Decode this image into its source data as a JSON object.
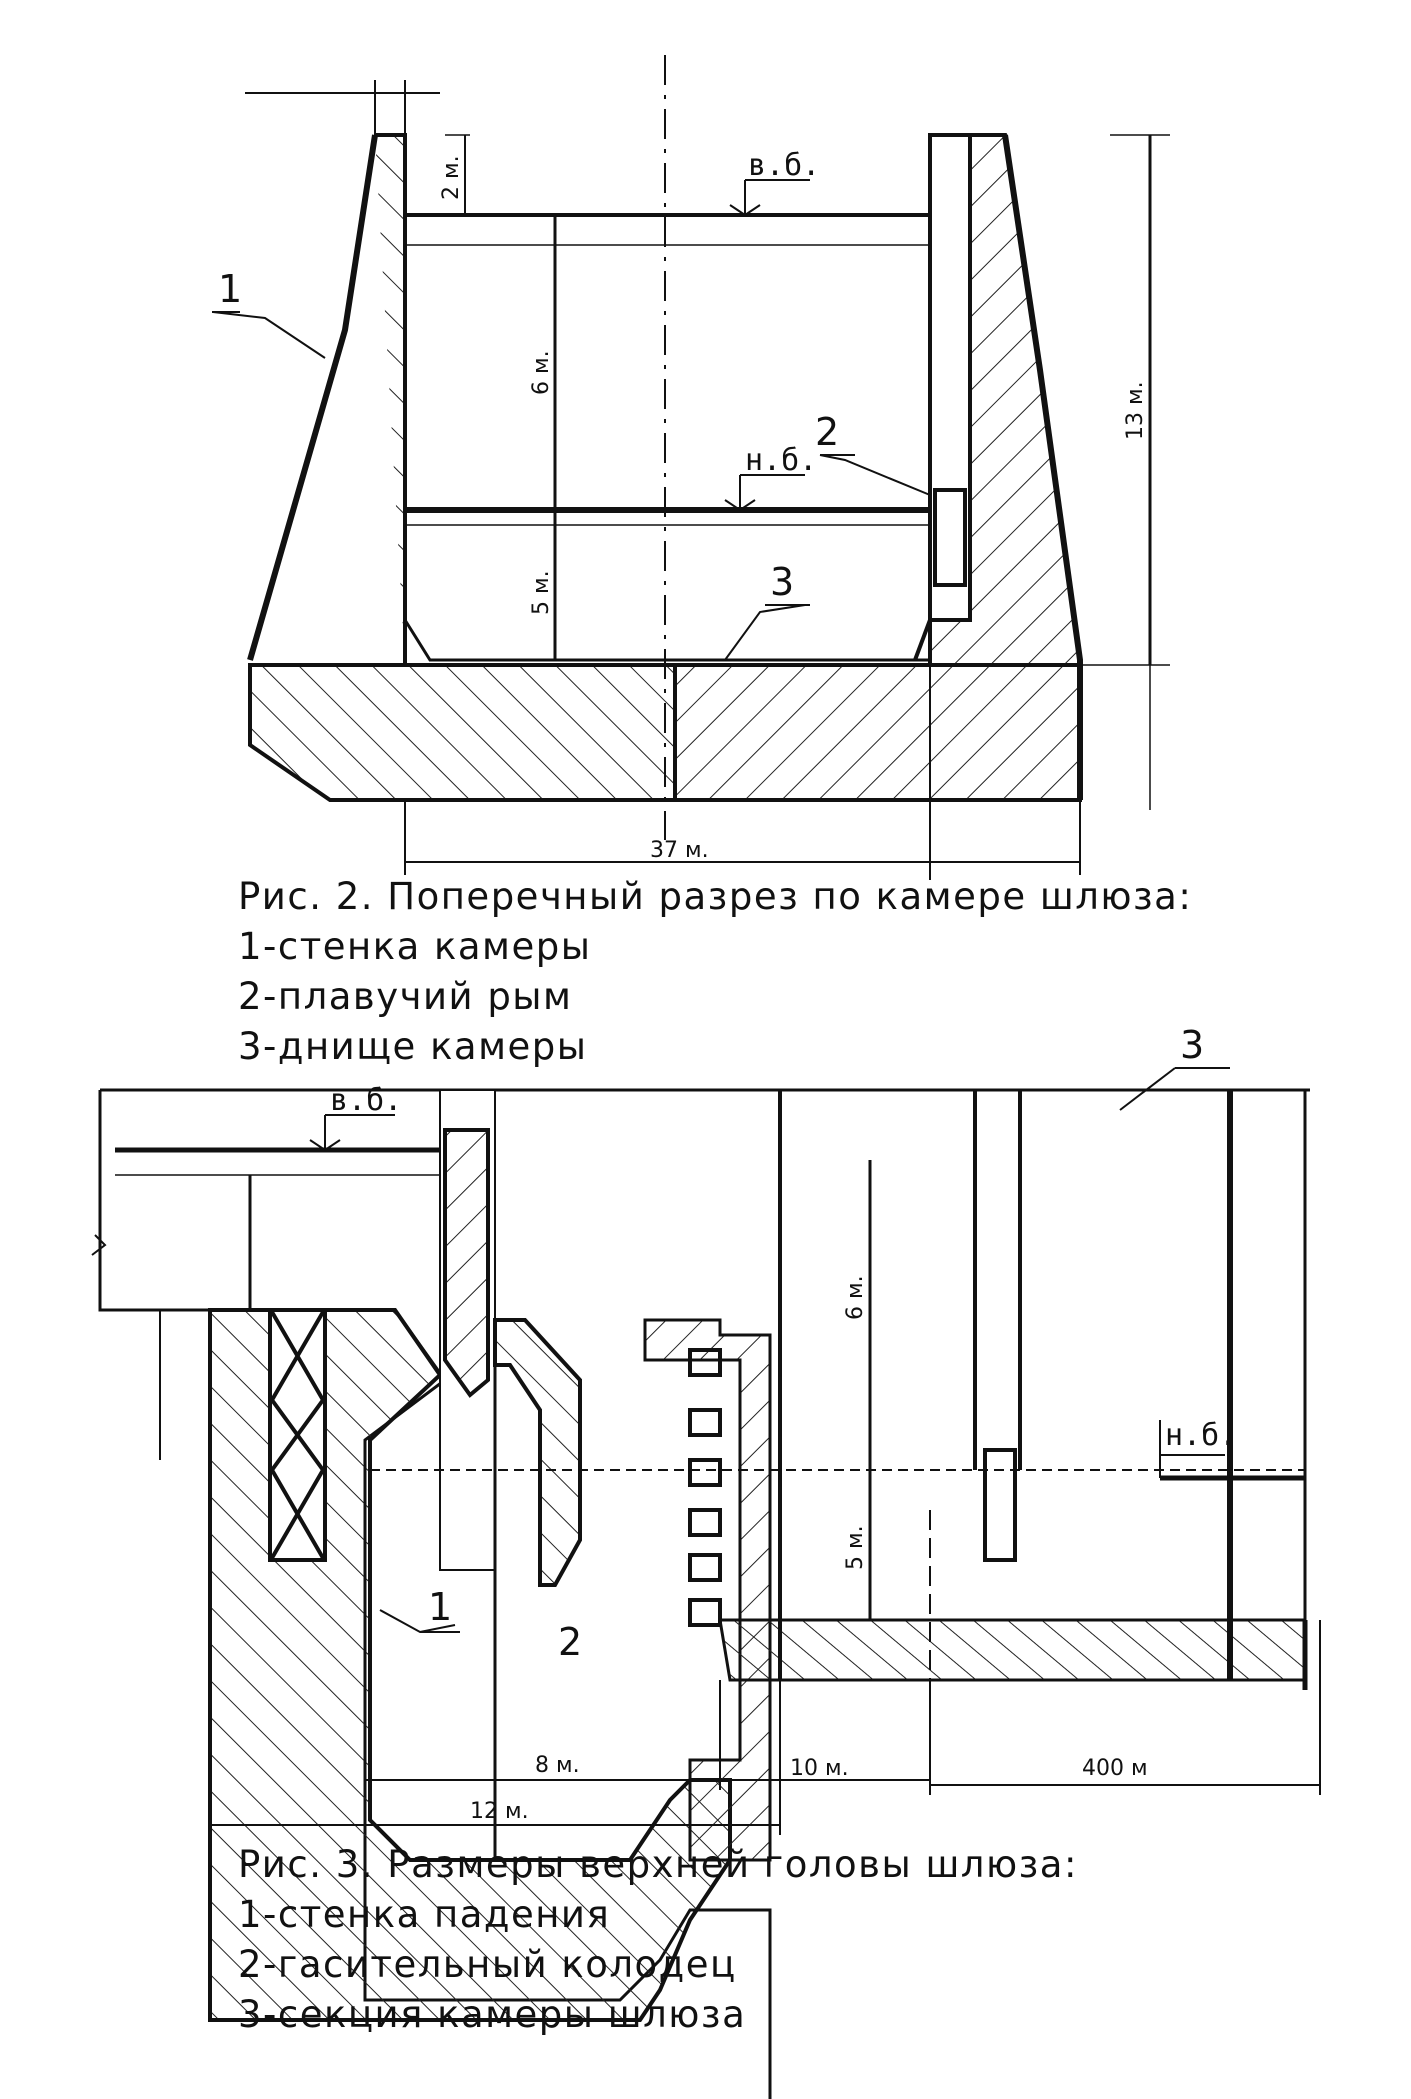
{
  "figure2": {
    "caption": {
      "title": "Рис. 2. Поперечный разрез по камере шлюза:",
      "items": [
        "1-стенка камеры",
        "2-плавучий рым",
        "3-днище камеры"
      ]
    },
    "dims": {
      "top": "2 м.",
      "upper": "6 м.",
      "lower": "5 м.",
      "total": "13 м.",
      "width": "37 м."
    },
    "levels": {
      "upper": "в.б.",
      "lower": "н.б."
    },
    "labels": {
      "wall": "1",
      "ring": "2",
      "floor": "3"
    }
  },
  "figure3": {
    "caption": {
      "title": "Рис. 3. Размеры верхней головы шлюза:",
      "items": [
        "1-стенка падения",
        "2-гасительный колодец",
        "3-секция камеры шлюза"
      ]
    },
    "dims": {
      "upper": "6 м.",
      "lower": "5 м.",
      "d8": "8 м.",
      "d10": "10 м.",
      "d400": "400 м",
      "d12": "12 м."
    },
    "levels": {
      "upper": "в.б.",
      "lower": "н.б."
    },
    "labels": {
      "wall": "1",
      "well": "2",
      "section": "3"
    }
  }
}
